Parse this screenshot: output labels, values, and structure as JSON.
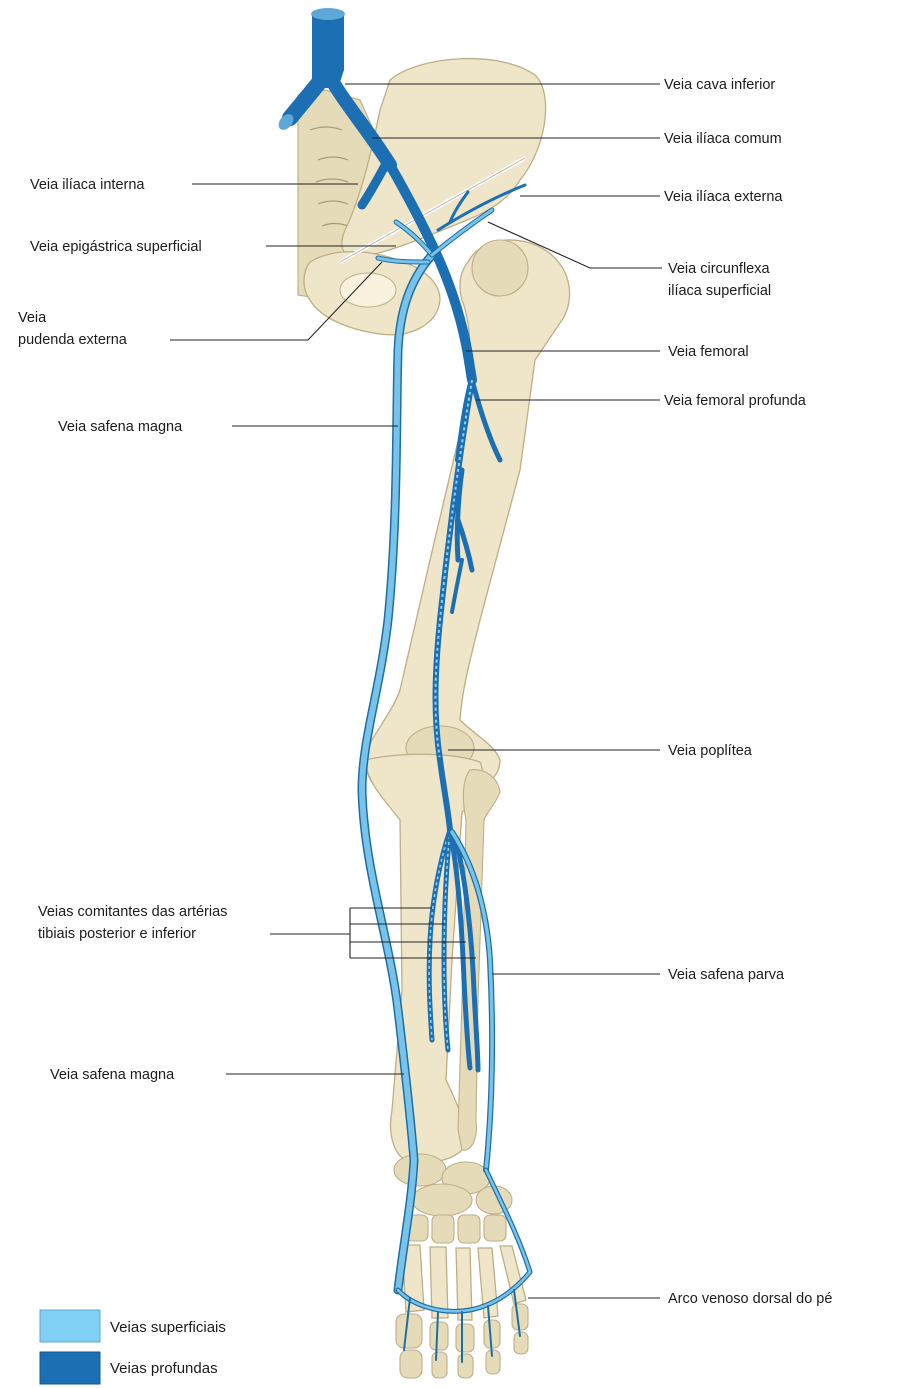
{
  "labels": {
    "vena_cava_inferior": "Veia cava inferior",
    "iliaca_comum": "Veia ilíaca comum",
    "iliaca_interna": "Veia ilíaca interna",
    "iliaca_externa": "Veia ilíaca externa",
    "epigastrica_superficial": "Veia epigástrica superficial",
    "circunflexa_line1": "Veia circunflexa",
    "circunflexa_line2": "ilíaca superficial",
    "pudenda_line1": "Veia",
    "pudenda_line2": "pudenda externa",
    "femoral": "Veia femoral",
    "safena_magna_upper": "Veia safena magna",
    "femoral_profunda": "Veia femoral profunda",
    "poplitea": "Veia poplítea",
    "comitantes_line1": "Veias comitantes das artérias",
    "comitantes_line2": "tibiais posterior e inferior",
    "safena_parva": "Veia safena parva",
    "safena_magna_lower": "Veia safena magna",
    "arco_venoso": "Arco venoso dorsal do pé"
  },
  "legend": {
    "superficial": {
      "label": "Veias superficiais",
      "color": "#7fd0f4"
    },
    "deep": {
      "label": "Veias profundas",
      "color": "#1c6fb2"
    }
  },
  "colors": {
    "bone": "#efe6c9",
    "bone_outline": "#bdae86",
    "superficial_vein": "#79c3ea",
    "deep_vein": "#1c6fb2"
  }
}
